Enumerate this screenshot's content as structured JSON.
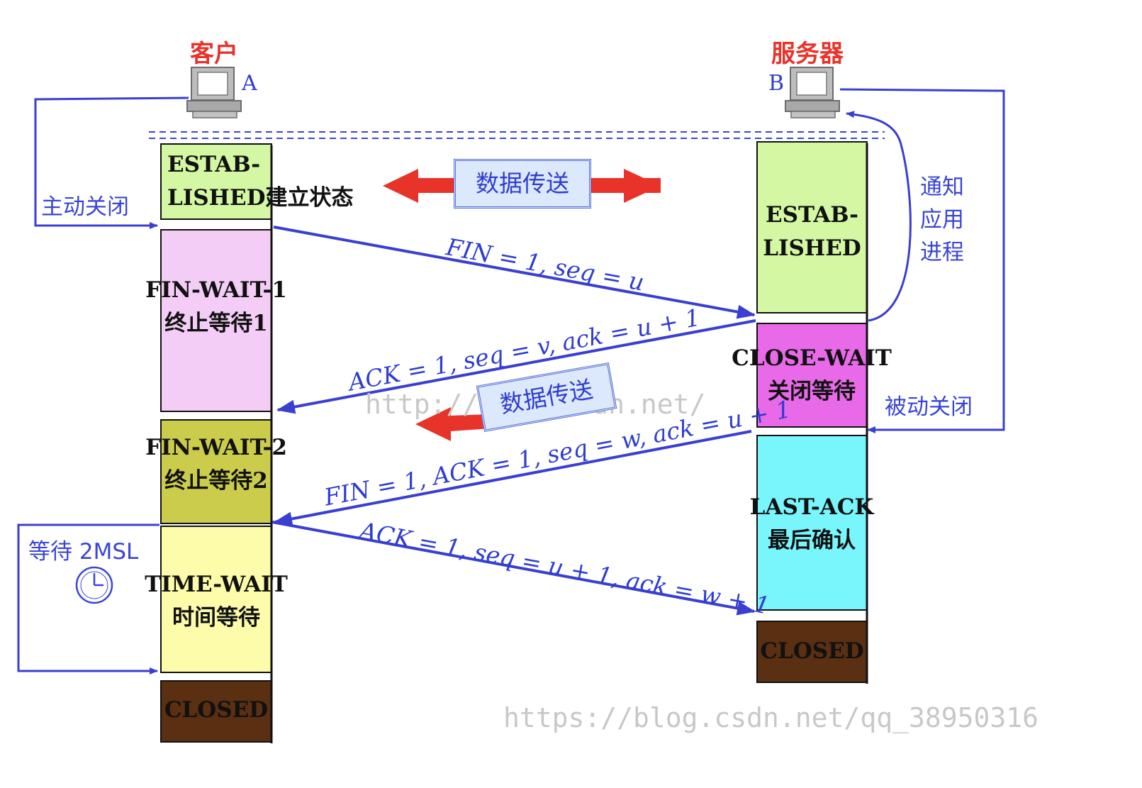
{
  "client": {
    "role": "客户",
    "host": "A"
  },
  "server": {
    "role": "服务器",
    "host": "B"
  },
  "client_states": [
    {
      "line1": "ESTAB-",
      "line2": "LISHED建立状态",
      "color": "#d4f7a3"
    },
    {
      "line1": "FIN-WAIT-1",
      "line2": "终止等待1",
      "color": "#f4cdf6"
    },
    {
      "line1": "FIN-WAIT-2",
      "line2": "终止等待2",
      "color": "#cccc4c"
    },
    {
      "line1": "TIME-WAIT",
      "line2": "时间等待",
      "color": "#fcfcab"
    },
    {
      "line1": "CLOSED",
      "line2": "",
      "color": "#5a2f12"
    }
  ],
  "server_states": [
    {
      "line1": "ESTAB-",
      "line2": "LISHED",
      "color": "#d4f7a3"
    },
    {
      "line1": "CLOSE-WAIT",
      "line2": "关闭等待",
      "color": "#e86ae8"
    },
    {
      "line1": "LAST-ACK",
      "line2": "最后确认",
      "color": "#79f5fc"
    },
    {
      "line1": "CLOSED",
      "line2": "",
      "color": "#5a2f12"
    }
  ],
  "notes": {
    "active_close": "主动关闭",
    "passive_close": "被动关闭",
    "notify_app": [
      "通知",
      "应用",
      "进程"
    ],
    "wait_2msl": "等待 2MSL"
  },
  "data_transfer": [
    "数据传送",
    "数据传送"
  ],
  "messages": [
    "FIN = 1, seq = u",
    "ACK = 1, seq = v, ack = u + 1",
    "FIN = 1, ACK = 1, seq = w, ack = u + 1",
    "ACK = 1, seq = u + 1, ack = w + 1"
  ],
  "watermarks": [
    "http://blog.csdn.net/",
    "https://blog.csdn.net/qq_38950316"
  ],
  "colors": {
    "arrow_blue": "#3a3fd2",
    "data_red": "#e8332b"
  }
}
